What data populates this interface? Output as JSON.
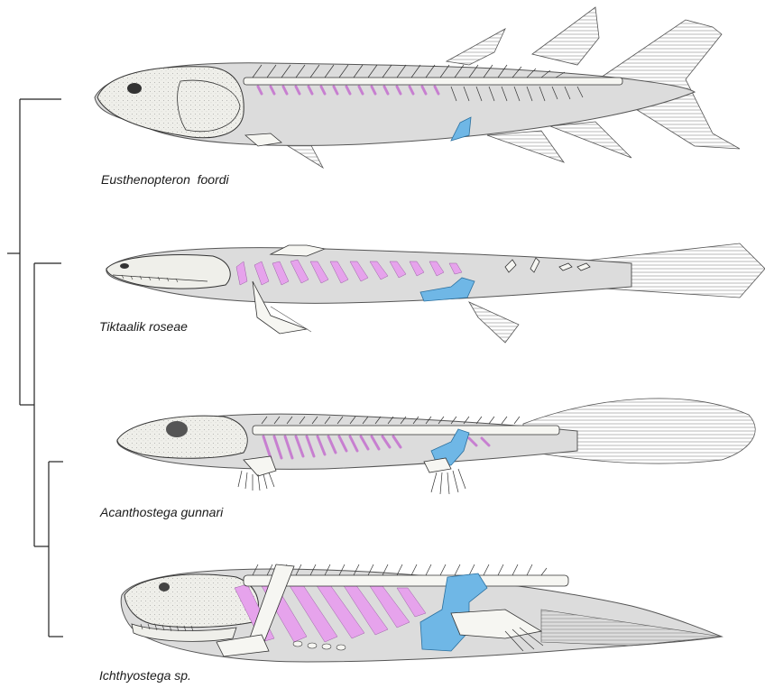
{
  "figure": {
    "species": [
      {
        "name": "Eusthenopteron  foordi"
      },
      {
        "name": "Tiktaalik roseae"
      },
      {
        "name": "Acanthostega gunnari"
      },
      {
        "name": "Ichthyostega sp."
      }
    ],
    "colors": {
      "body": "#d9d9d9",
      "body_outline": "#555555",
      "bone": "#f6f6f2",
      "bone_outline": "#333333",
      "rib_highlight": "#e6a3ec",
      "pelvis_highlight": "#6fb7e6",
      "fin_ray": "#7a7a7a",
      "tree_line": "#222222"
    },
    "icons": [
      "cladogram-tree",
      "eusthenopteron-skeleton",
      "tiktaalik-skeleton",
      "acanthostega-skeleton",
      "ichthyostega-skeleton"
    ]
  }
}
